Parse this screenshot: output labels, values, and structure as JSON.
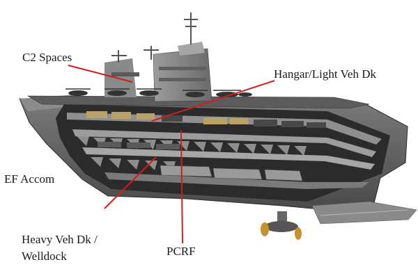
{
  "diagram": {
    "labels": {
      "c2_spaces": "C2 Spaces",
      "hangar": "Hangar/Light Veh Dk",
      "ef_accom": "EF Accom",
      "heavy_veh": "Heavy Veh Dk /\nWelldock",
      "pcrf": "PCRF"
    },
    "colors": {
      "leader_line": "#cc1f1f",
      "hull_dark": "#3c3c3c",
      "hull_mid": "#6e6e6e",
      "hull_light": "#9a9a9a",
      "deck_light": "#b8b8b8",
      "interior": "#2a2a2a",
      "vehicle_tan": "#b9a26a",
      "propeller": "#c6922c"
    }
  }
}
